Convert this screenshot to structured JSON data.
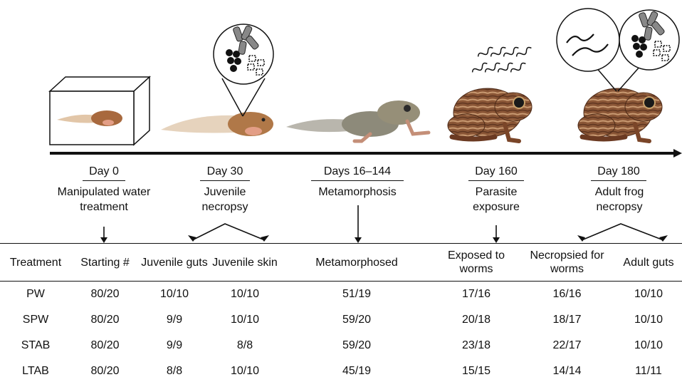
{
  "days": [
    {
      "label": "Day 0",
      "desc": "Manipulated water treatment"
    },
    {
      "label": "Day 30",
      "desc": "Juvenile necropsy"
    },
    {
      "label": "Days 16–144",
      "desc": "Metamorphosis"
    },
    {
      "label": "Day 160",
      "desc": "Parasite exposure"
    },
    {
      "label": "Day 180",
      "desc": "Adult frog necropsy"
    }
  ],
  "table": {
    "headers": [
      "Treatment",
      "Starting #",
      "Juvenile guts",
      "Juvenile skin",
      "Metamorphosed",
      "Exposed to worms",
      "Necropsied for worms",
      "Adult guts"
    ],
    "rows": [
      [
        "PW",
        "80/20",
        "10/10",
        "10/10",
        "51/19",
        "17/16",
        "16/16",
        "10/10"
      ],
      [
        "SPW",
        "80/20",
        "9/9",
        "10/10",
        "59/20",
        "20/18",
        "18/17",
        "10/10"
      ],
      [
        "STAB",
        "80/20",
        "9/9",
        "8/8",
        "59/20",
        "23/18",
        "22/17",
        "10/10"
      ],
      [
        "LTAB",
        "80/20",
        "8/8",
        "10/10",
        "45/19",
        "15/15",
        "14/14",
        "11/11"
      ]
    ]
  }
}
